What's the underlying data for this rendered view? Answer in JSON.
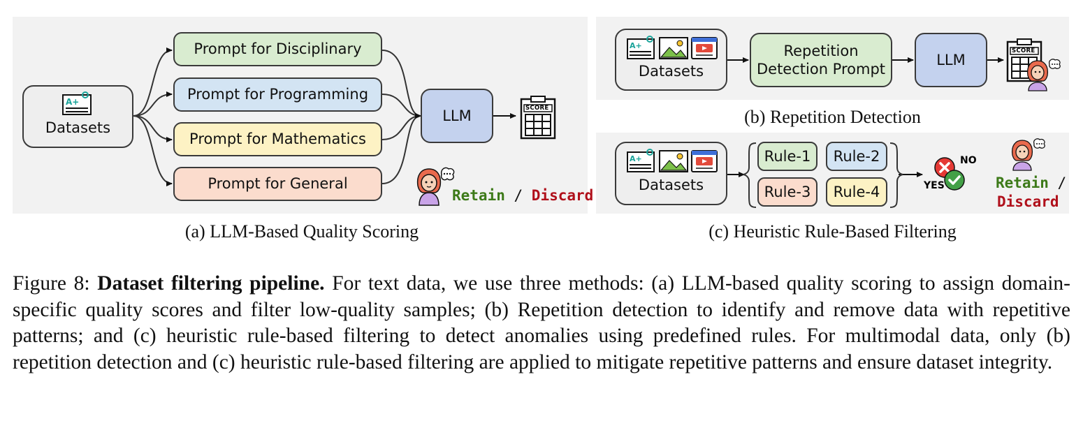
{
  "panel_a": {
    "datasets_label": "Datasets",
    "prompts": [
      "Prompt for Disciplinary",
      "Prompt for Programming",
      "Prompt for Mathematics",
      "Prompt for General"
    ],
    "llm_label": "LLM",
    "score_label": "SCORE",
    "retain_label": "Retain",
    "separator": " / ",
    "discard_label": "Discard",
    "caption": "(a) LLM-Based Quality Scoring"
  },
  "panel_b": {
    "datasets_label": "Datasets",
    "prompt_label": "Repetition Detection Prompt",
    "llm_label": "LLM",
    "score_label": "SCORE",
    "caption": "(b) Repetition Detection"
  },
  "panel_c": {
    "datasets_label": "Datasets",
    "rules": [
      "Rule-1",
      "Rule-2",
      "Rule-3",
      "Rule-4"
    ],
    "no_label": "NO",
    "yes_label": "YES",
    "retain_label": "Retain",
    "separator": " /",
    "discard_label": "Discard",
    "caption": "(c) Heuristic Rule-Based Filtering"
  },
  "figure_caption": {
    "label": "Figure 8: ",
    "bold": "Dataset filtering pipeline.",
    "text": " For text data, we use three methods: (a) LLM-based quality scoring to assign domain-specific quality scores and filter low-quality samples; (b) Repetition detection to identify and remove data with repetitive patterns; and (c) heuristic rule-based filtering to detect anomalies using predefined rules. For multimodal data, only (b) repetition detection and (c) heuristic rule-based filtering are applied to mitigate repetitive patterns and ensure dataset integrity."
  },
  "colors": {
    "panel_bg": "#f2f2f2",
    "box_gray": "#eeeeee",
    "green": "#d9ecd0",
    "blue": "#d3e4f3",
    "yellow": "#fdf2c4",
    "orange": "#fbdccd",
    "llm_blue": "#c4d2ee",
    "retain": "#3d7a19",
    "discard": "#b0101b"
  }
}
